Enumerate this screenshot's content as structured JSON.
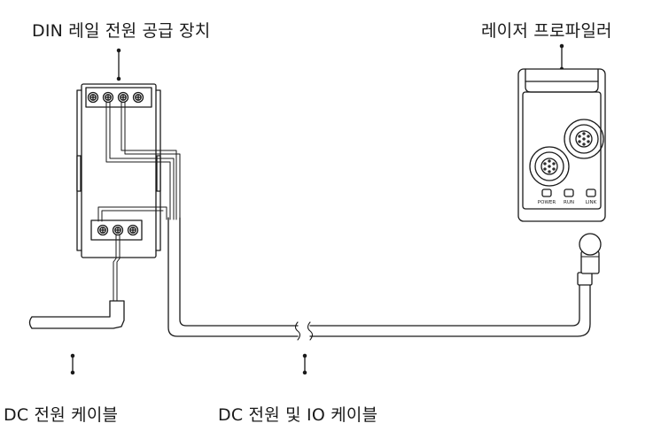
{
  "labels": {
    "din_power": "DIN 레일 전원 공급 장치",
    "laser_profiler": "레이저 프로파일러",
    "dc_power_cable": "DC 전원 케이블",
    "dc_power_io_cable": "DC 전원 및 IO 케이블"
  },
  "indicators": {
    "power": "POWER",
    "run": "RUN",
    "link": "LINK"
  }
}
